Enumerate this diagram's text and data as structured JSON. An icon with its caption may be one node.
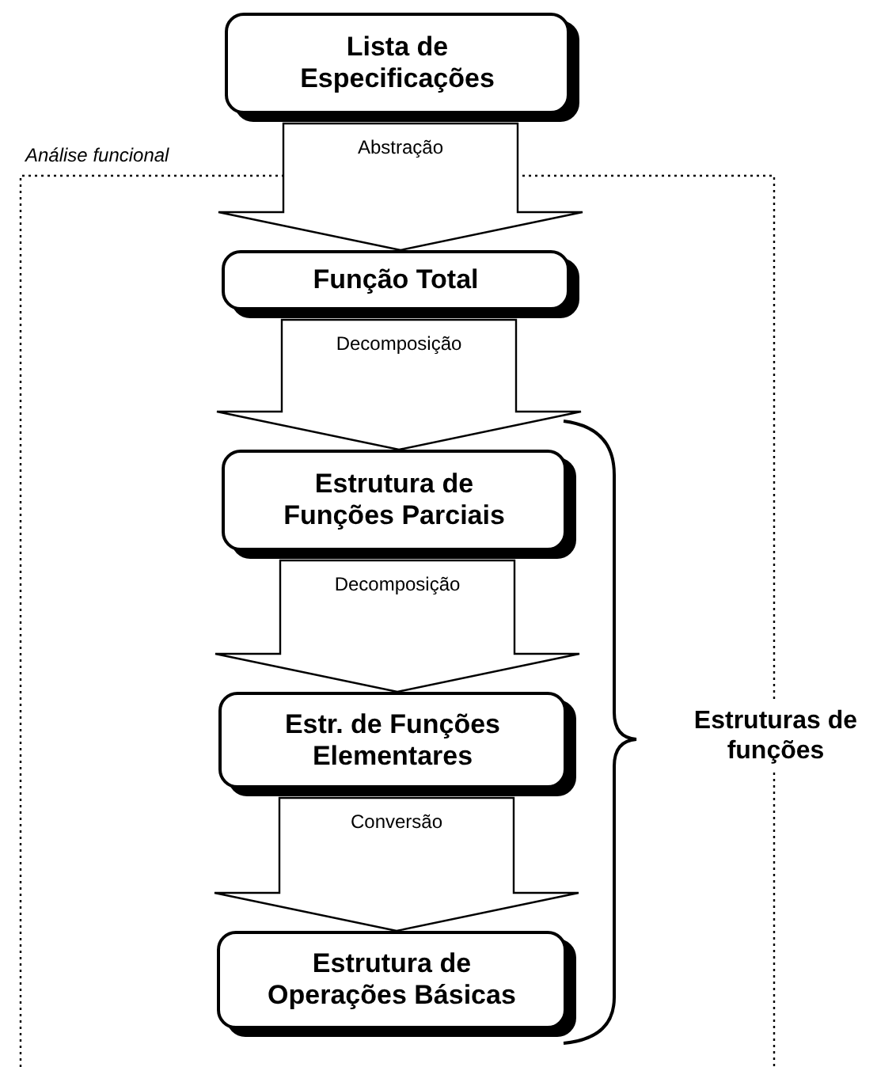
{
  "diagram": {
    "nodes": [
      {
        "text": [
          "Lista de Especificações"
        ]
      },
      {
        "text": [
          "Análise funcional"
        ]
      },
      {
        "text": [
          "Função Total"
        ],
        "in": 1
      },
      {
        "text": [
          "Estrutura de Funções Parciais"
        ],
        "in": 1
      },
      {
        "text": [
          "Estr. de Funções Elementares"
        ],
        "in": 1
      },
      {
        "text": [
          "Estrutura de Operações Básicas"
        ],
        "in": 1
      }
    ],
    "edges": [
      {
        "from": 0,
        "to": 2,
        "arrow": "to",
        "label": "Abstração"
      },
      {
        "from": 2,
        "to": 3,
        "arrow": "to",
        "label": "Decomposição"
      },
      {
        "from": 3,
        "to": 4,
        "arrow": "to",
        "label": "Decomposição"
      },
      {
        "from": 4,
        "to": 5,
        "arrow": "to",
        "label": "Conversão"
      }
    ],
    "labels": [
      "Estruturas de funções"
    ]
  }
}
